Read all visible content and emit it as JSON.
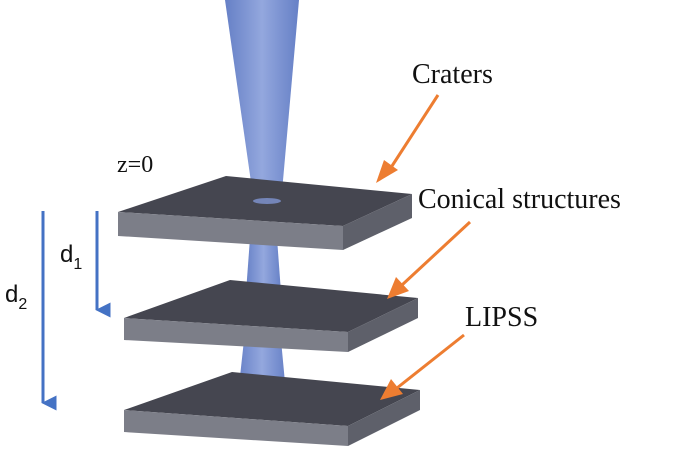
{
  "labels": {
    "z0": "z=0",
    "craters": "Craters",
    "conical": "Conical structures",
    "lipss": "LIPSS",
    "d1_main": "d",
    "d1_sub": "1",
    "d2_main": "d",
    "d2_sub": "2"
  },
  "colors": {
    "beam": "#5f7bc4",
    "arrow_blue": "#4472c4",
    "arrow_orange": "#ed7d31",
    "plate_top": "#454650",
    "plate_front": "#7c7e88",
    "plate_side": "#5e606a"
  }
}
